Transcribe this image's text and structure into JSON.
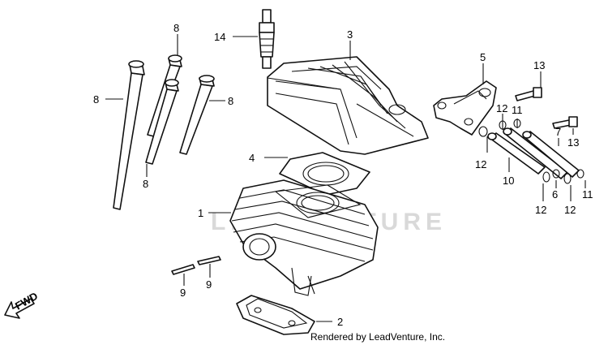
{
  "diagram": {
    "callouts": {
      "c1": "1",
      "c2": "2",
      "c3": "3",
      "c4": "4",
      "c5": "5",
      "c7": "7",
      "c8a": "8",
      "c8b": "8",
      "c8c": "8",
      "c8d": "8",
      "c9a": "9",
      "c9b": "9",
      "c10": "10",
      "c11a": "11",
      "c11b": "11",
      "c12a": "12",
      "c12b": "12",
      "c12c": "12",
      "c12d": "12",
      "c13a": "13",
      "c13b": "13",
      "c14": "14",
      "c6": "6"
    },
    "direction_label": "FWD",
    "watermark": "LEADVENTURE"
  },
  "credit": "Rendered by LeadVenture, Inc."
}
